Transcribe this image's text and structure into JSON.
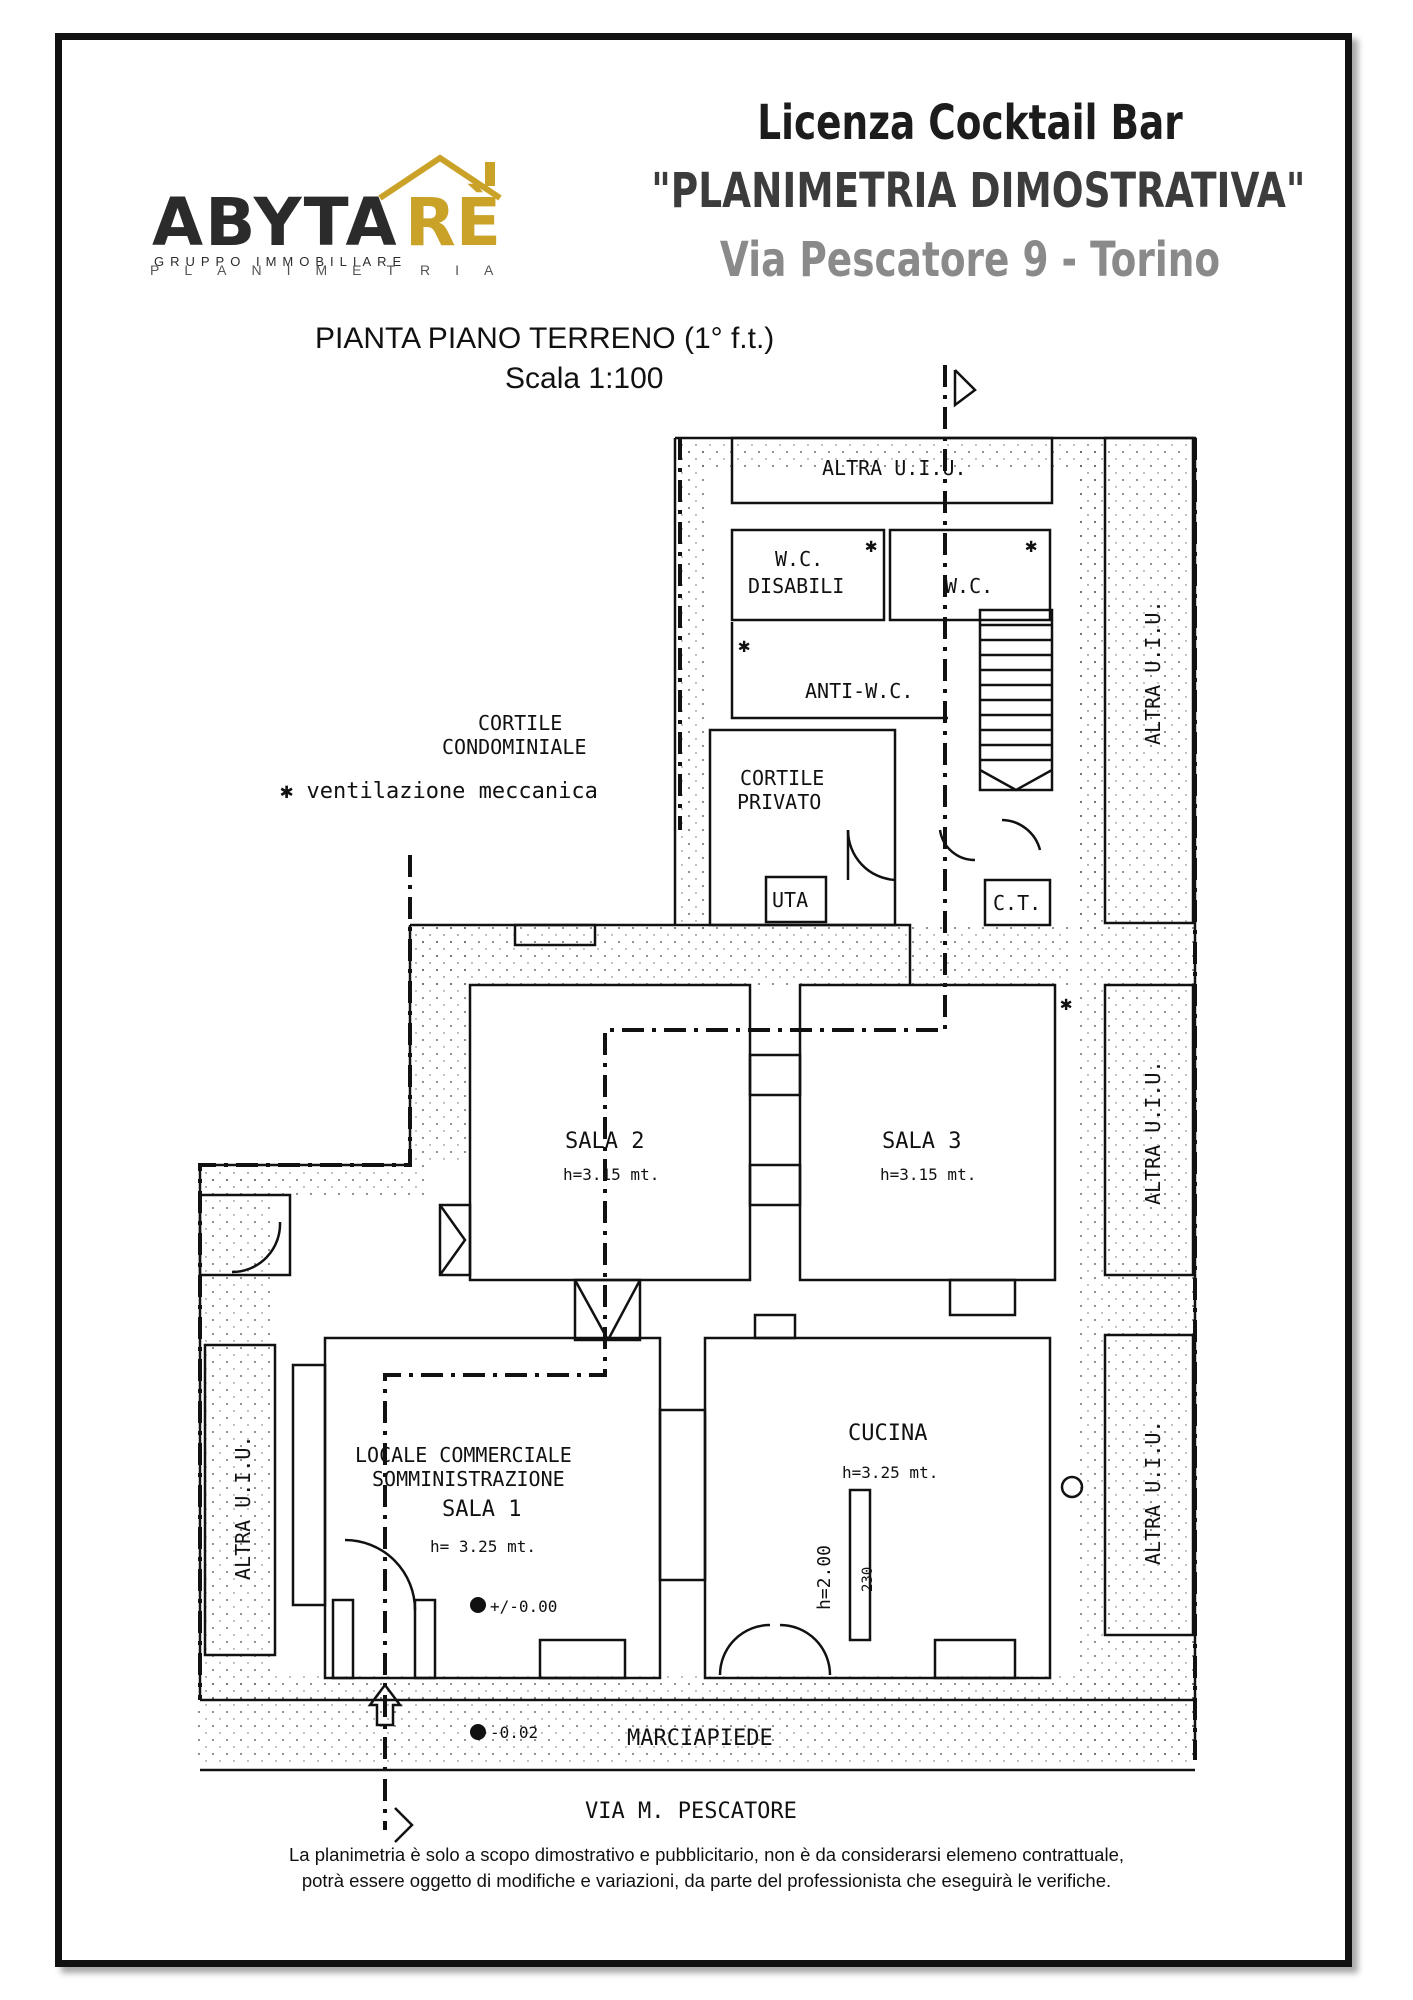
{
  "header": {
    "line1": "Licenza Cocktail Bar",
    "line2": "\"PLANIMETRIA DIMOSTRATIVA\"",
    "line3": "Via Pescatore 9 - Torino"
  },
  "logo": {
    "brand_left": "ABYTA",
    "brand_right": "RÈ",
    "tagline": "GRUPPO IMMOBILIARE",
    "subtitle": "PLANIMETRIA",
    "colors": {
      "dark": "#2b2b2b",
      "gold": "#c9a227"
    }
  },
  "plan": {
    "title": "PIANTA PIANO TERRENO (1° f.t.)",
    "scale": "Scala 1:100",
    "rooms": {
      "altra_top": "ALTRA U.I.U.",
      "wc_disabili_1": "W.C.",
      "wc_disabili_2": "DISABILI",
      "wc": "W.C.",
      "anti_wc": "ANTI-W.C.",
      "cortile_cond_1": "CORTILE",
      "cortile_cond_2": "CONDOMINIALE",
      "ventilazione": "✱ ventilazione meccanica",
      "cortile_priv_1": "CORTILE",
      "cortile_priv_2": "PRIVATO",
      "uta": "UTA",
      "ct": "C.T.",
      "altra_right_1": "ALTRA U.I.U.",
      "altra_right_2": "ALTRA U.I.U.",
      "altra_right_3": "ALTRA U.I.U.",
      "altra_left": "ALTRA U.I.U.",
      "sala2": "SALA 2",
      "sala2_h": "h=3.15 mt.",
      "sala3": "SALA 3",
      "sala3_h": "h=3.15 mt.",
      "locale_1": "LOCALE COMMERCIALE",
      "locale_2": "SOMMINISTRAZIONE",
      "sala1": "SALA 1",
      "sala1_h": "h= 3.25 mt.",
      "quota_000": "+/-0.00",
      "cucina": "CUCINA",
      "cucina_h": "h=3.25 mt.",
      "cucina_h2": "h=2.00",
      "cucina_230": "230",
      "quota_002": "-0.02",
      "marciapiede": "MARCIAPIEDE",
      "via": "VIA M. PESCATORE"
    }
  },
  "footer": {
    "line1": "La planimetria è solo a scopo dimostrativo e pubblicitario, non è da considerarsi elemeno contrattuale,",
    "line2": "potrà essere oggetto di modifiche e variazioni, da parte del professionista che eseguirà le verifiche."
  }
}
